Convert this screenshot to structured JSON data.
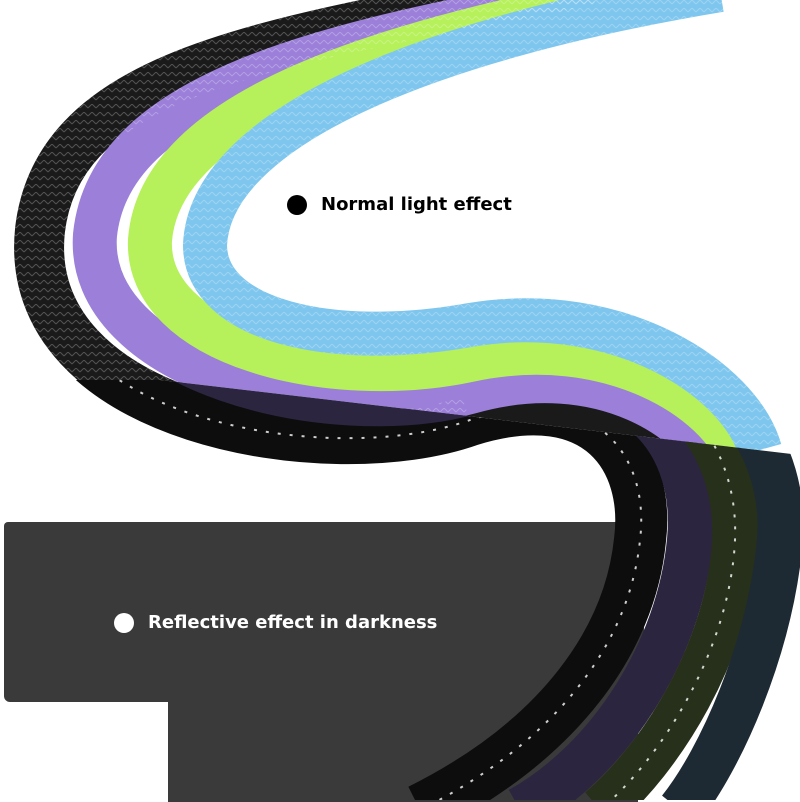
{
  "image": {
    "subject": "braided reflective ropes in black, purple, green and blue forming an S-curve",
    "background_color": "#ffffff",
    "dark_panel_color": "#3a3a3a"
  },
  "captions": {
    "normal": {
      "label": "Normal light effect",
      "dot_color": "#000000",
      "text_color": "#000000"
    },
    "dark": {
      "label": "Reflective effect in darkness",
      "dot_color": "#ffffff",
      "text_color": "#ffffff"
    }
  },
  "ropes": [
    {
      "name": "black",
      "color": "#1a1a1a",
      "dark_color": "#0d0d0d"
    },
    {
      "name": "purple",
      "color": "#9b7fd9",
      "dark_color": "#2c2540"
    },
    {
      "name": "green",
      "color": "#b6f05a",
      "dark_color": "#27301a"
    },
    {
      "name": "blue",
      "color": "#7ec6ee",
      "dark_color": "#1d2a33"
    }
  ]
}
